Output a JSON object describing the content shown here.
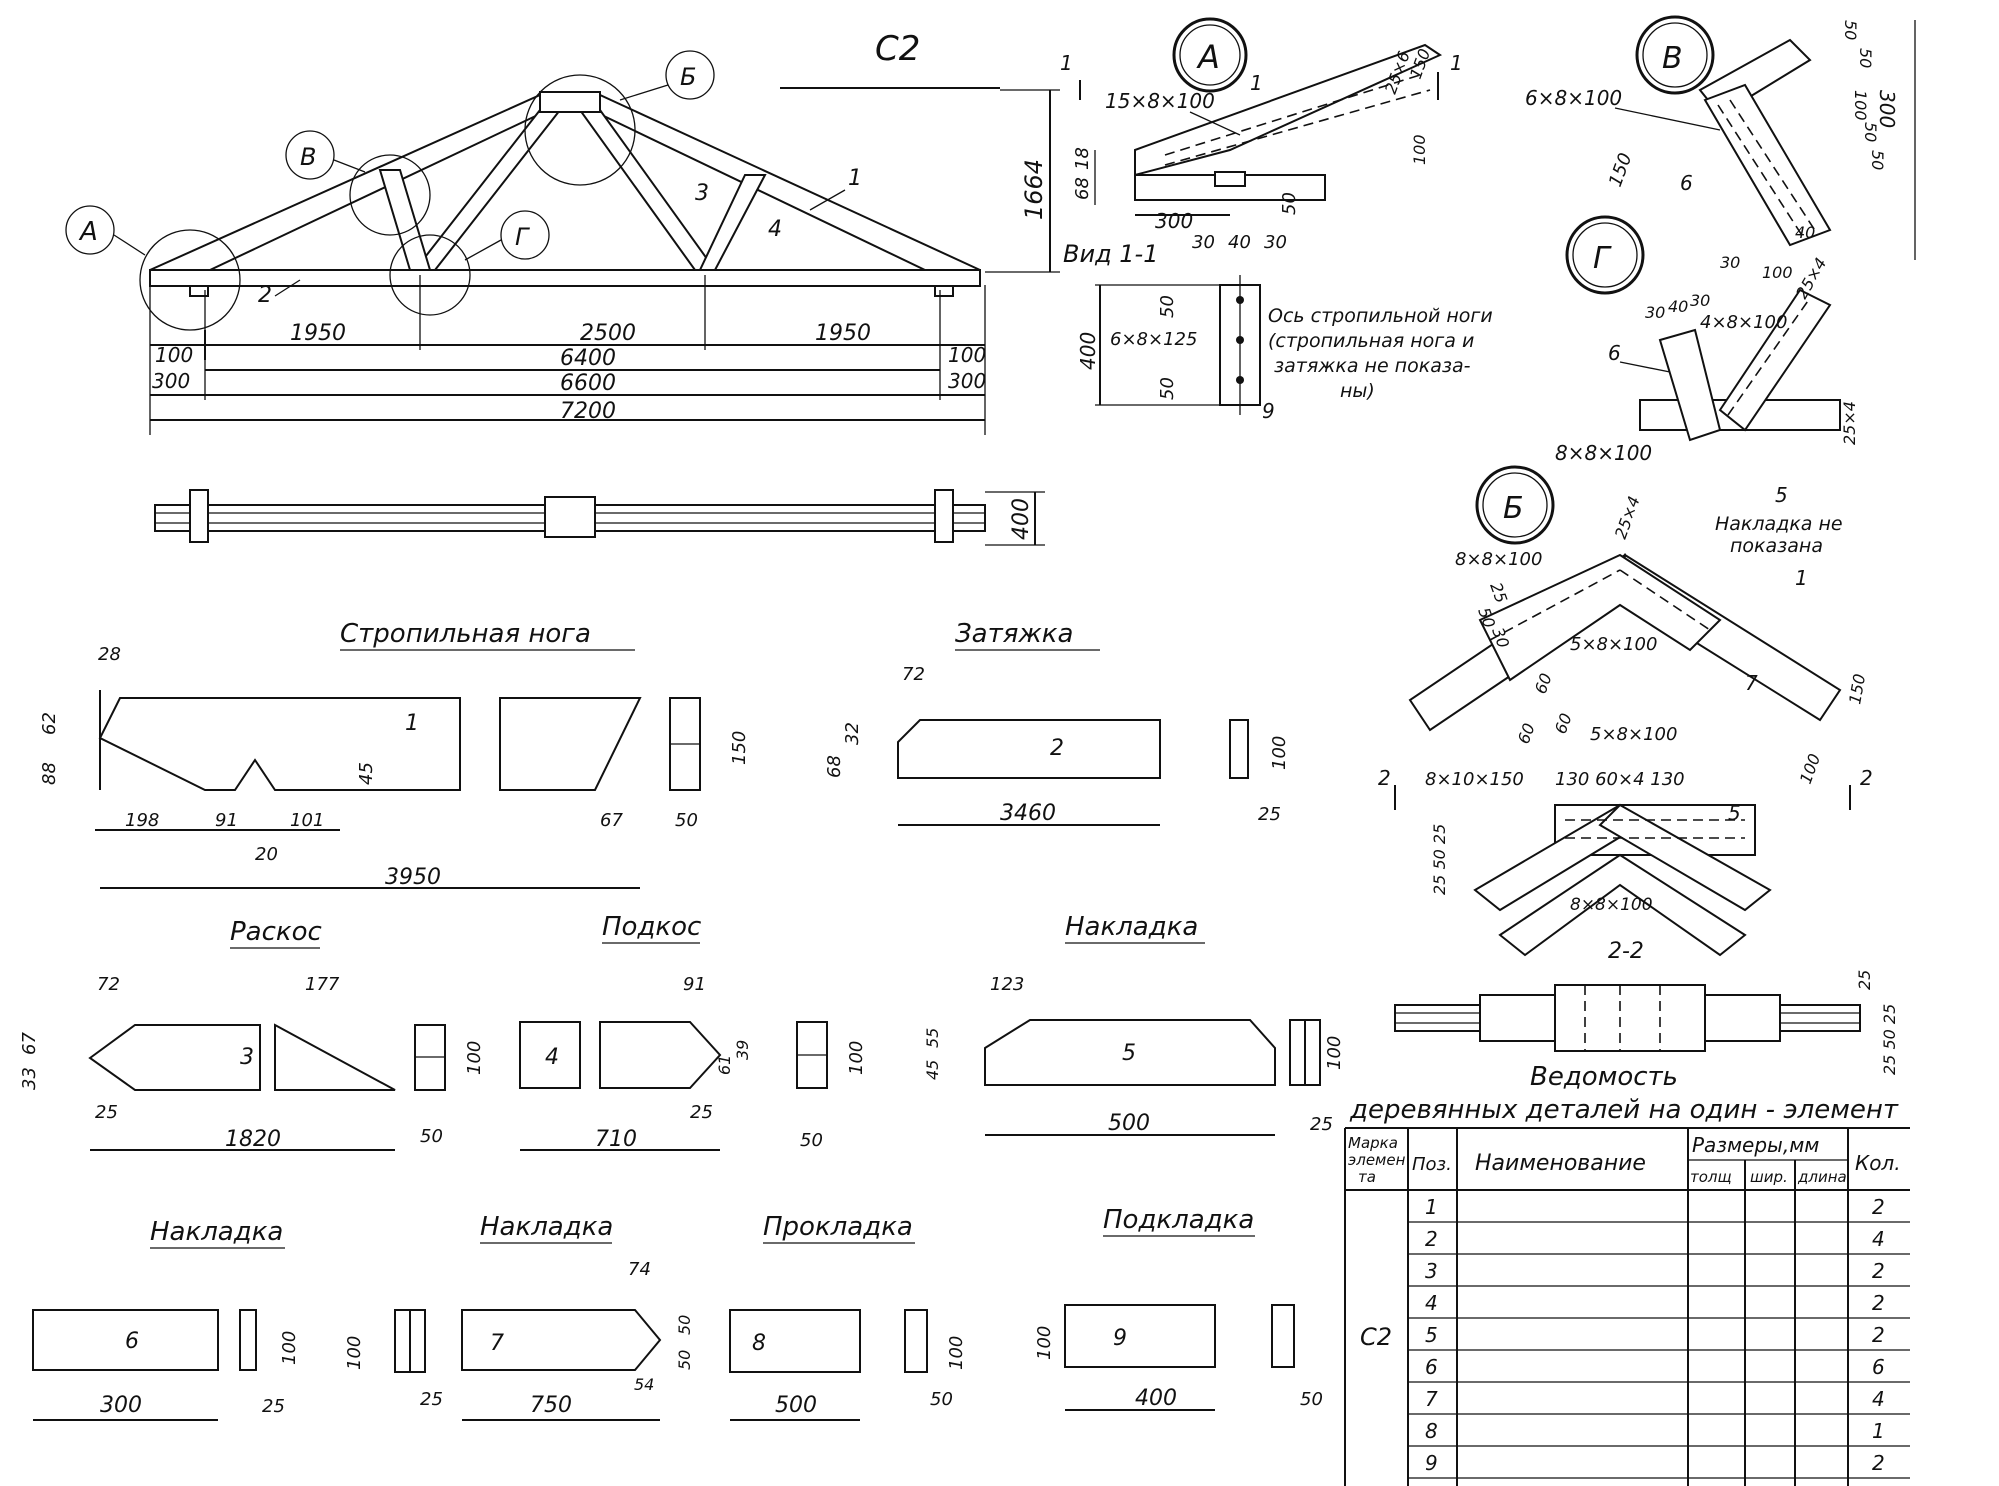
{
  "sheet_code": "С2",
  "truss": {
    "callouts": [
      "А",
      "Б",
      "В",
      "Г"
    ],
    "members": [
      "1",
      "2",
      "3",
      "4"
    ],
    "height": "1664",
    "dims": {
      "left_panel": "1950",
      "mid_panel": "2500",
      "right_panel": "1950",
      "span_6400": "6400",
      "span_6600": "6600",
      "span_7200": "7200",
      "off_100_l": "100",
      "off_100_r": "100",
      "off_300_l": "300",
      "off_300_r": "300"
    },
    "plan_width": "400"
  },
  "node_a": {
    "label": "А",
    "bolt": "15×8×100",
    "member": "1",
    "d150": "150",
    "d25x6": "25×6",
    "d100": "100",
    "d68": "68",
    "d18": "18",
    "d300": "300",
    "d50": "50",
    "section_marks": [
      "1",
      "1"
    ]
  },
  "view_11": {
    "title": "Вид 1-1",
    "bolt": "6×8×125",
    "h400": "400",
    "d50a": "50",
    "d50b": "50",
    "top30a": "30",
    "top40": "40",
    "top30b": "30",
    "item": "9",
    "note": [
      "Ось стропильной ноги",
      "(стропильная нога и",
      "затяжка не показа-",
      "ны)"
    ]
  },
  "node_v": {
    "label": "В",
    "bolt": "6×8×100",
    "item": "6",
    "d150": "150",
    "d300": "300",
    "d50a": "50",
    "d50b": "50",
    "d50c": "50",
    "d50d": "50",
    "d100": "100"
  },
  "node_g": {
    "label": "Г",
    "bolt1": "4×8×100",
    "bolt2": "8×8×100",
    "item": "6",
    "d30a": "30",
    "d40a": "40",
    "d30b": "30",
    "d30c": "30",
    "d100": "100",
    "d40b": "40",
    "d25x4a": "25×4",
    "d25x4b": "25×4"
  },
  "node_b": {
    "label": "Б",
    "bolt1": "8×8×100",
    "bolt2": "5×8×100",
    "bolt3": "5×8×100",
    "note": [
      "Накладка не",
      "показана"
    ],
    "item5": "5",
    "item1": "1",
    "item7": "7",
    "d25x4": "25×4",
    "d25": "25",
    "d50": "50",
    "d30": "30",
    "d60a": "60",
    "d60b": "60",
    "d60c": "60",
    "d150": "150",
    "d100": "100"
  },
  "section_22": {
    "title": "2-2",
    "mark": "2",
    "bolt1": "8×10×150",
    "bolt2": "8×8×100",
    "top_dims": "130 60×4 130",
    "item5": "5",
    "left_dims": "25 50 25",
    "right_dims": [
      "25",
      "25 50 25"
    ]
  },
  "parts": {
    "rafter": {
      "title": "Стропильная нога",
      "num": "1",
      "d28": "28",
      "d62": "62",
      "d88": "88",
      "d45": "45",
      "d198": "198",
      "d91": "91",
      "d20": "20",
      "d101": "101",
      "d67": "67",
      "d3950": "3950",
      "d150": "150",
      "d50": "50"
    },
    "tie": {
      "title": "Затяжка",
      "num": "2",
      "d72": "72",
      "d68": "68",
      "d32": "32",
      "d3460": "3460",
      "d100": "100",
      "d25": "25"
    },
    "brace": {
      "title": "Раскос",
      "num": "3",
      "d72": "72",
      "d177": "177",
      "d33": "33",
      "d67": "67",
      "d25": "25",
      "d1820": "1820",
      "d100": "100",
      "d50": "50"
    },
    "strut": {
      "title": "Подкос",
      "num": "4",
      "d91": "91",
      "d61": "61",
      "d39": "39",
      "d25": "25",
      "d710": "710",
      "d100": "100",
      "d50": "50"
    },
    "plate5": {
      "title": "Накладка",
      "num": "5",
      "d123": "123",
      "d45": "45",
      "d55": "55",
      "d500": "500",
      "d100": "100",
      "d25": "25"
    },
    "plate6": {
      "title": "Накладка",
      "num": "6",
      "d300": "300",
      "d100": "100",
      "d25": "25"
    },
    "plate7": {
      "title": "Накладка",
      "num": "7",
      "d74": "74",
      "d50a": "50",
      "d50b": "50",
      "d54": "54",
      "d750": "750",
      "d100": "100",
      "d25": "25"
    },
    "spacer8": {
      "title": "Прокладка",
      "num": "8",
      "d500": "500",
      "d100": "100",
      "d50": "50"
    },
    "pad9": {
      "title": "Подкладка",
      "num": "9",
      "d400": "400",
      "d100": "100",
      "d50": "50"
    }
  },
  "schedule": {
    "title1": "Ведомость",
    "title2": "деревянных деталей на один - элемент",
    "headers": {
      "mark": [
        "Марка",
        "элемен",
        "та"
      ],
      "pos": "Поз.",
      "name": "Наименование",
      "sizes": "Размеры,мм",
      "thick": "толщ",
      "width": "шир.",
      "length": "длина",
      "qty": "Кол."
    },
    "mark_value": "С2",
    "rows": [
      {
        "pos": "1",
        "qty": "2"
      },
      {
        "pos": "2",
        "qty": "4"
      },
      {
        "pos": "3",
        "qty": "2"
      },
      {
        "pos": "4",
        "qty": "2"
      },
      {
        "pos": "5",
        "qty": "2"
      },
      {
        "pos": "6",
        "qty": "6"
      },
      {
        "pos": "7",
        "qty": "4"
      },
      {
        "pos": "8",
        "qty": "1"
      },
      {
        "pos": "9",
        "qty": "2"
      }
    ]
  }
}
